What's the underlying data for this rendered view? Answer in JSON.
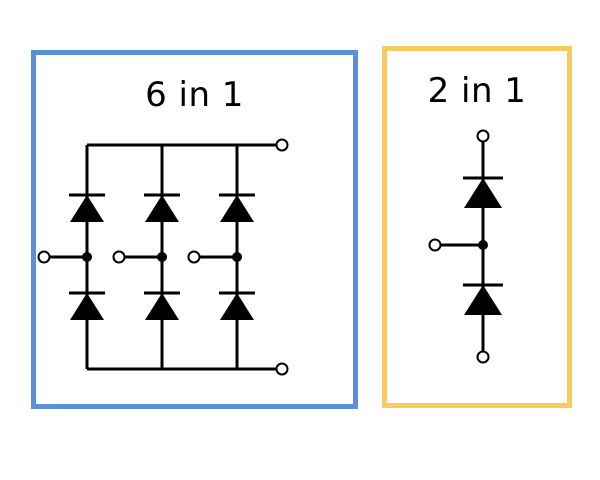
{
  "modules": [
    {
      "title": "6 in 1",
      "frame_color": "#5b8fd6",
      "diode_count": 6,
      "icons": [
        "diode-icon",
        "terminal-icon",
        "junction-dot-icon"
      ]
    },
    {
      "title": "2 in 1",
      "frame_color": "#f9ca60",
      "diode_count": 2,
      "icons": [
        "diode-icon",
        "terminal-icon",
        "junction-dot-icon"
      ]
    }
  ]
}
